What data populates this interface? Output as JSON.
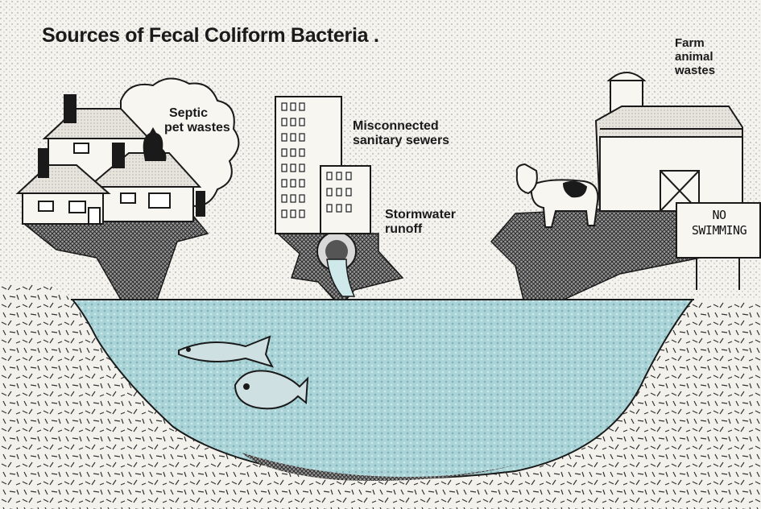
{
  "title": "Sources of Fecal Coliform Bacteria .",
  "labels": {
    "septic_line1": "Septic",
    "septic_line2": "pet wastes",
    "sewers_line1": "Misconnected",
    "sewers_line2": "sanitary sewers",
    "storm_line1": "Stormwater",
    "storm_line2": "runoff",
    "farm_line1": "Farm",
    "farm_line2": "animal",
    "farm_line3": "wastes"
  },
  "sign": {
    "line1": "NO",
    "line2": "SWIMMING"
  },
  "colors": {
    "water": "#a9d3d6",
    "ink": "#1a1a1a",
    "paper": "#f4f3ee",
    "arrow_hatch": "#3b3b3b"
  }
}
